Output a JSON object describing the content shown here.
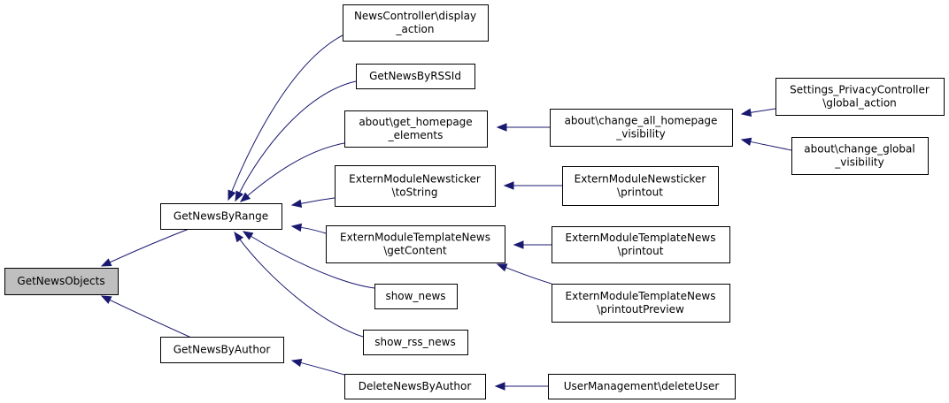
{
  "graph": {
    "nodes": {
      "get_news_objects": [
        "GetNewsObjects"
      ],
      "get_news_by_range": [
        "GetNewsByRange"
      ],
      "get_news_by_author": [
        "GetNewsByAuthor"
      ],
      "news_controller_display": [
        "NewsController\\display",
        "_action"
      ],
      "get_news_by_rss_id": [
        "GetNewsByRSSId"
      ],
      "about_get_homepage_elements": [
        "about\\get_homepage",
        "_elements"
      ],
      "extern_newsticker_tostring": [
        "ExternModuleNewsticker",
        "\\toString"
      ],
      "extern_template_getcontent": [
        "ExternModuleTemplateNews",
        "\\getContent"
      ],
      "show_news": [
        "show_news"
      ],
      "show_rss_news": [
        "show_rss_news"
      ],
      "delete_news_by_author": [
        "DeleteNewsByAuthor"
      ],
      "about_change_all_homepage_visibility": [
        "about\\change_all_homepage",
        "_visibility"
      ],
      "extern_newsticker_printout": [
        "ExternModuleNewsticker",
        "\\printout"
      ],
      "extern_template_printout": [
        "ExternModuleTemplateNews",
        "\\printout"
      ],
      "extern_template_printout_preview": [
        "ExternModuleTemplateNews",
        "\\printoutPreview"
      ],
      "user_management_delete_user": [
        "UserManagement\\deleteUser"
      ],
      "settings_privacy_global_action": [
        "Settings_PrivacyController",
        "\\global_action"
      ],
      "about_change_global_visibility": [
        "about\\change_global",
        "_visibility"
      ]
    },
    "edges": [
      [
        "get_news_objects",
        "get_news_by_range"
      ],
      [
        "get_news_objects",
        "get_news_by_author"
      ],
      [
        "get_news_by_range",
        "news_controller_display"
      ],
      [
        "get_news_by_range",
        "get_news_by_rss_id"
      ],
      [
        "get_news_by_range",
        "about_get_homepage_elements"
      ],
      [
        "get_news_by_range",
        "extern_newsticker_tostring"
      ],
      [
        "get_news_by_range",
        "extern_template_getcontent"
      ],
      [
        "get_news_by_range",
        "show_news"
      ],
      [
        "get_news_by_range",
        "show_rss_news"
      ],
      [
        "get_news_by_author",
        "delete_news_by_author"
      ],
      [
        "about_get_homepage_elements",
        "about_change_all_homepage_visibility"
      ],
      [
        "about_change_all_homepage_visibility",
        "settings_privacy_global_action"
      ],
      [
        "about_change_all_homepage_visibility",
        "about_change_global_visibility"
      ],
      [
        "extern_newsticker_tostring",
        "extern_newsticker_printout"
      ],
      [
        "extern_template_getcontent",
        "extern_template_printout"
      ],
      [
        "extern_template_getcontent",
        "extern_template_printout_preview"
      ],
      [
        "delete_news_by_author",
        "user_management_delete_user"
      ]
    ]
  }
}
